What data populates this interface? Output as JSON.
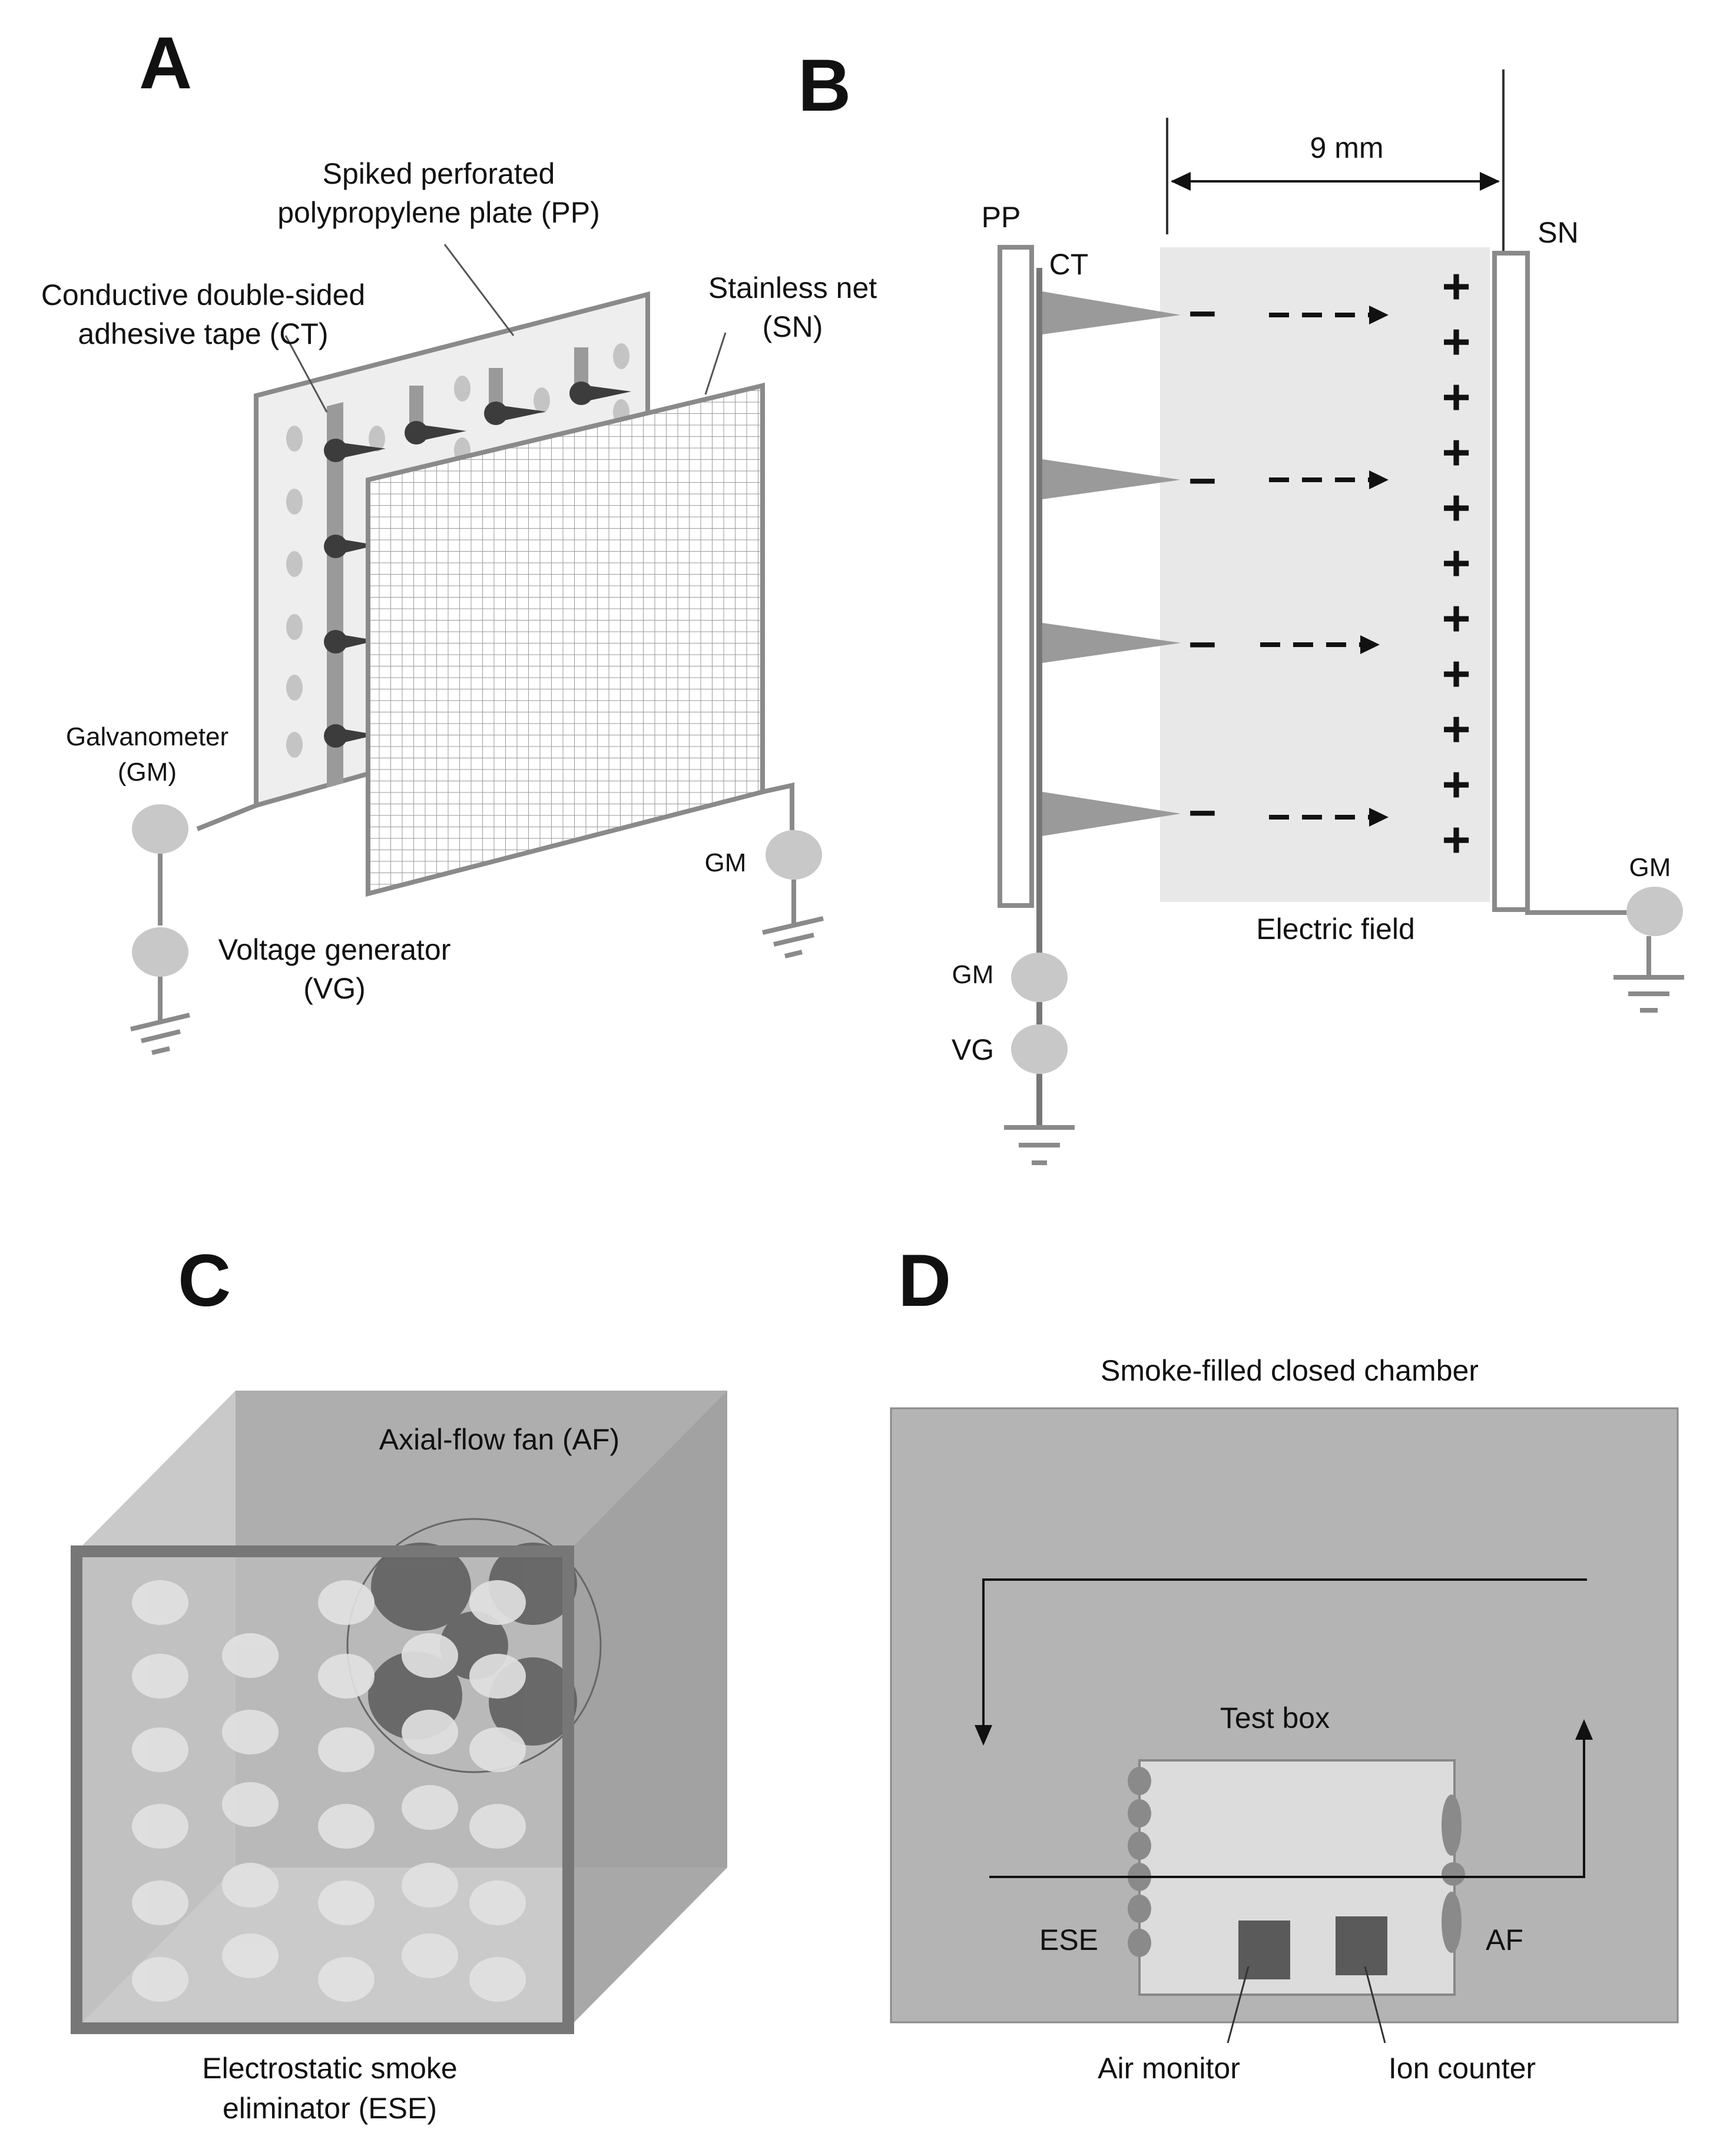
{
  "panels": {
    "a": "A",
    "b": "B",
    "c": "C",
    "d": "D"
  },
  "panel_a": {
    "pp_line1": "Spiked perforated",
    "pp_line2": "polypropylene plate (PP)",
    "ct_line1": "Conductive double-sided",
    "ct_line2": "adhesive tape (CT)",
    "sn_line1": "Stainless net",
    "sn_line2": "(SN)",
    "gm_line1": "Galvanometer",
    "gm_line2": "(GM)",
    "gm_right": "GM",
    "vg_line1": "Voltage generator",
    "vg_line2": "(VG)"
  },
  "panel_b": {
    "distance": "9 mm",
    "pp": "PP",
    "ct": "CT",
    "sn": "SN",
    "gm_right": "GM",
    "gm_left": "GM",
    "vg": "VG",
    "field": "Electric field",
    "minus": "–",
    "plus": "+"
  },
  "panel_c": {
    "af": "Axial-flow fan (AF)",
    "ese_line1": "Electrostatic smoke",
    "ese_line2": "eliminator (ESE)"
  },
  "panel_d": {
    "chamber": "Smoke-filled closed chamber",
    "test_box": "Test box",
    "ese": "ESE",
    "af": "AF",
    "air_monitor": "Air monitor",
    "ion_counter": "Ion counter"
  },
  "colors": {
    "plate": "#eeeeee",
    "outline": "#8a8a8a",
    "spike": "#3c3c3c",
    "field": "#e8e8e8",
    "node": "#c8c8c8",
    "chamber": "#b4b4b4",
    "box": "#dcdcdc",
    "fan": "#5a5a5a"
  }
}
